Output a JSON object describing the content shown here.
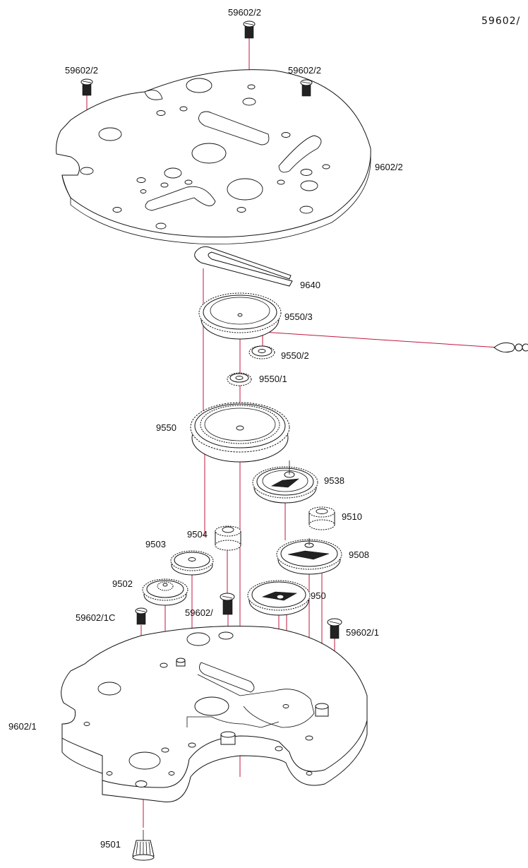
{
  "header": {
    "code": "59602/"
  },
  "colors": {
    "axis_line": "#c0183c",
    "outline": "#111111",
    "background": "#ffffff"
  },
  "labels": {
    "screw_top_center": "59602/2",
    "screw_top_left": "59602/2",
    "screw_top_right": "59602/2",
    "top_plate": "9602/2",
    "spring": "9640",
    "gear_9550_3": "9550/3",
    "gear_9550_2": "9550/2",
    "gear_9550_1": "9550/1",
    "gear_9550": "9550",
    "gear_9538": "9538",
    "gear_9510": "9510",
    "gear_9504": "9504",
    "gear_9508": "9508",
    "gear_9503": "9503",
    "gear_9502": "9502",
    "gear_950": "950",
    "screw_59602_1c": "59602/1C",
    "screw_59602_mid": "59602/",
    "screw_59602_1": "59602/1",
    "bottom_plate": "9602/1",
    "pinion_9501": "9501"
  }
}
